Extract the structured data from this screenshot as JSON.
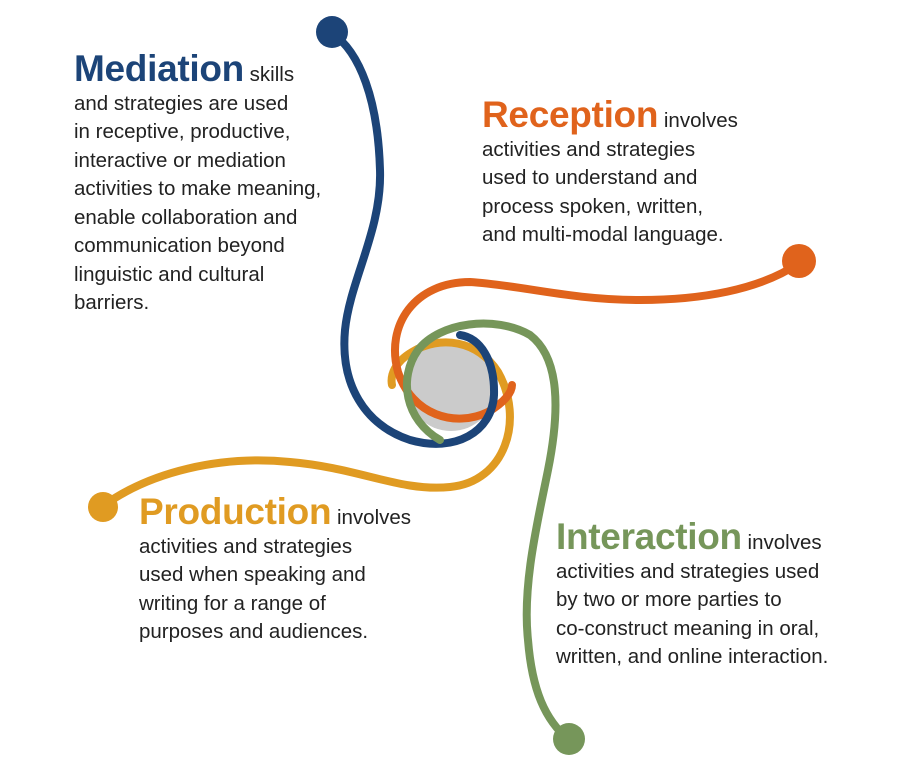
{
  "colors": {
    "mediation": "#1c4478",
    "reception": "#e0631c",
    "production": "#e09b22",
    "interaction": "#76965a",
    "center": "#cbcbcb"
  },
  "blocks": {
    "mediation": {
      "heading": "Mediation",
      "body": " skills\nand strategies are used\nin receptive, productive,\ninteractive or mediation\nactivities to make meaning,\nenable collaboration and\ncommunication beyond\nlinguistic and cultural\nbarriers."
    },
    "reception": {
      "heading": "Reception",
      "body": " involves\nactivities and strategies\nused to understand and\nprocess spoken, written,\nand multi-modal language."
    },
    "production": {
      "heading": "Production",
      "body": " involves\nactivities and strategies\nused when speaking and\nwriting for a range of\npurposes and audiences."
    },
    "interaction": {
      "heading": "Interaction",
      "body": " involves\nactivities and strategies used\nby two or more parties to\nco-construct meaning in oral,\nwritten, and online interaction."
    }
  }
}
